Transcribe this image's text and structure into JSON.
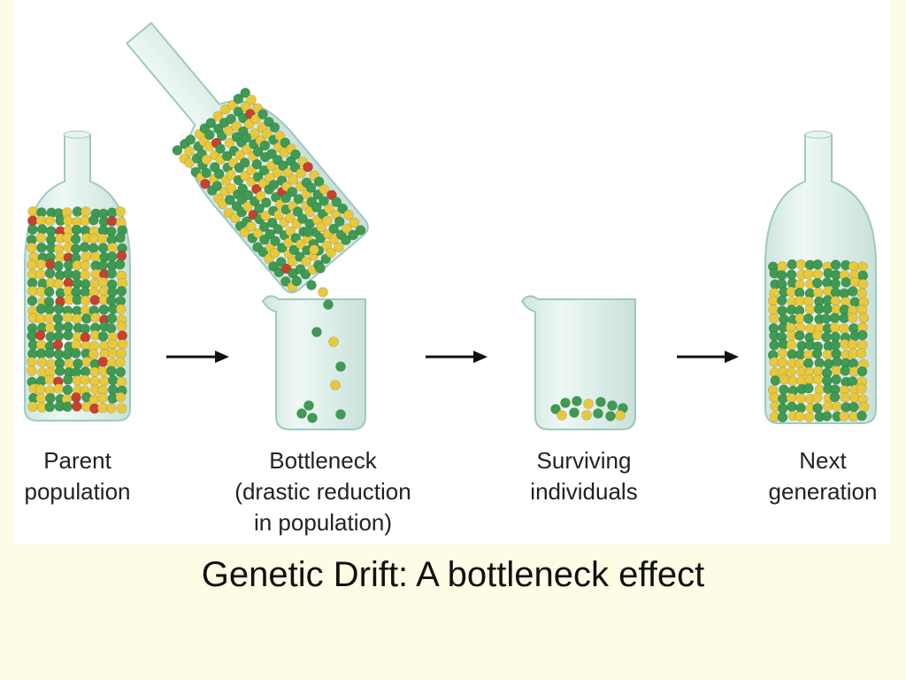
{
  "stages": [
    {
      "label": "Parent\npopulation"
    },
    {
      "label": "Bottleneck\n(drastic reduction\nin population)"
    },
    {
      "label": "Surviving\nindividuals"
    },
    {
      "label": "Next\ngeneration"
    }
  ],
  "caption": "Genetic Drift:  A bottleneck effect",
  "colors": {
    "allele_green": "#3f9a52",
    "allele_yellow": "#e8c83c",
    "allele_red": "#c8412f",
    "glass": "#dff0ec",
    "glass_edge": "#9ec9bf",
    "arrow": "#111111"
  },
  "icons": [
    "bottle-icon",
    "tilted-bottle-icon",
    "beaker-icon",
    "arrow-right-icon"
  ]
}
